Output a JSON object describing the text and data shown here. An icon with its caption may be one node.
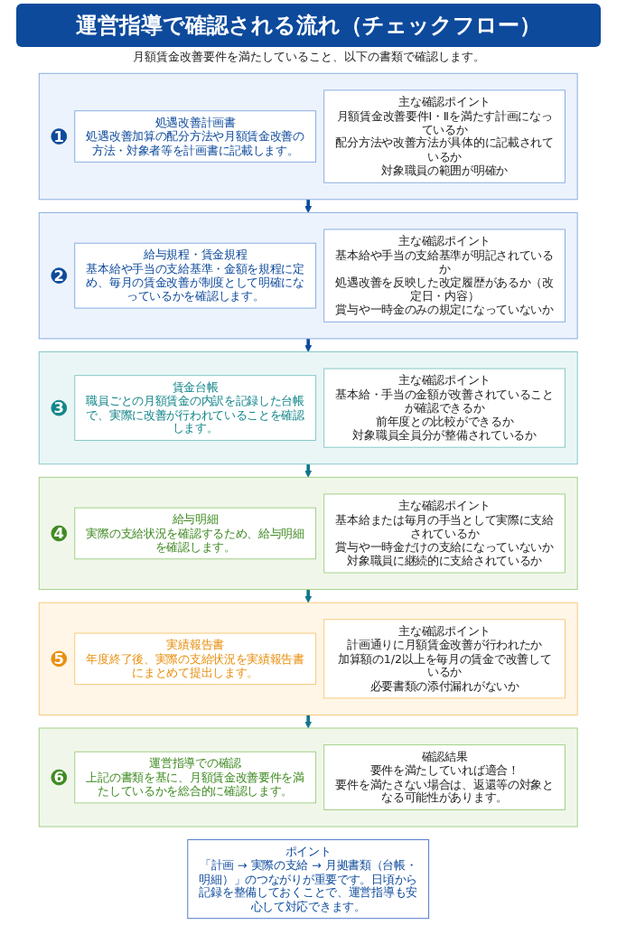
{
  "diagram": {
    "title": "運営指導で確認される流れ（チェックフロー）",
    "nodes": [
      {
        "text": [],
        "shape": "box"
      },
      {
        "text": [
          "1"
        ],
        "in": 0
      },
      {
        "text": [
          "処遇改善計画書",
          "処遇改善加算の配分方法や月額賃金改善の方法・対象者等を計画書に記載します。"
        ],
        "in": 0
      },
      {
        "text": [
          "主な確認ポイント",
          "月額賃金改善要件Ⅰ・Ⅱを満たす計画になっているか",
          "配分方法や改善方法が具体的に記載されているか",
          "対象職員の範囲が明確か"
        ],
        "in": 0
      },
      {
        "text": [],
        "shape": "box"
      },
      {
        "text": [
          "2"
        ],
        "in": 4
      },
      {
        "text": [
          "給与規程・賃金規程",
          "基本給や手当の支給基準・金額を規程に定め、毎月の賃金改善が制度として明確になっているかを確認します。"
        ],
        "in": 4
      },
      {
        "text": [
          "主な確認ポイント",
          "基本給や手当の支給基準が明記されているか",
          "処遇改善を反映した改定履歴があるか（改定日・内容）",
          "賞与や一時金のみの規定になっていないか"
        ],
        "in": 4
      },
      {
        "text": [],
        "shape": "box"
      },
      {
        "text": [
          "3"
        ],
        "in": 8
      },
      {
        "text": [
          "賃金台帳",
          "職員ごとの月額賃金の内訳を記録した台帳で、実際に改善が行われていることを確認します。"
        ],
        "in": 8
      },
      {
        "text": [
          "主な確認ポイント",
          "基本給・手当の金額が改善されていることが確認できるか",
          "前年度との比較ができるか",
          "対象職員全員分が整備されているか"
        ],
        "in": 8
      },
      {
        "text": [],
        "shape": "box"
      },
      {
        "text": [
          "4"
        ],
        "in": 12
      },
      {
        "text": [
          "給与明細",
          "実際の支給状況を確認するため、給与明細を確認します。"
        ],
        "in": 12
      },
      {
        "text": [
          "主な確認ポイント",
          "基本給または毎月の手当として実際に支給されているか",
          "賞与や一時金だけの支給になっていないか",
          "対象職員に継続的に支給されているか"
        ],
        "in": 12
      },
      {
        "text": [],
        "shape": "box"
      },
      {
        "text": [
          "5"
        ],
        "in": 16
      },
      {
        "text": [
          "実績報告書",
          "年度終了後、実際の支給状況を実績報告書にまとめて提出します。"
        ],
        "in": 16
      },
      {
        "text": [
          "主な確認ポイント",
          "計画通りに月額賃金改善が行われたか",
          "加算額の1/2以上を毎月の賃金で改善しているか",
          "必要書類の添付漏れがないか"
        ],
        "in": 16
      },
      {
        "text": [],
        "shape": "box"
      },
      {
        "text": [
          "6"
        ],
        "in": 20
      },
      {
        "text": [
          "運営指導での確認",
          "上記の書類を基に、月額賃金改善要件を満たしているかを総合的に確認します。"
        ],
        "in": 20
      },
      {
        "text": [
          "確認結果",
          "要件を満たしていれば適合！",
          "要件を満たさない場合は、返還等の対象となる可能性があります。"
        ],
        "in": 20
      },
      {
        "text": [
          "ポイント",
          "「計画 → 実際の支給 → 月拠書類（台帳・明細）」のつながりが重要です。日頃から記録を整備しておくことで、運営指導も安心して対応できます。"
        ]
      }
    ],
    "edges": [
      {
        "from": 0,
        "to": 4,
        "arrow": "to",
        "color": "#0d4a9c"
      },
      {
        "from": 4,
        "to": 8,
        "arrow": "to",
        "color": "#0d4a9c"
      },
      {
        "from": 8,
        "to": 12,
        "arrow": "to"
      },
      {
        "from": 12,
        "to": 16,
        "arrow": "to"
      },
      {
        "from": 16,
        "to": 20,
        "arrow": "to"
      }
    ],
    "labels": [
      "月額賃金改善要件を満たしていること、以下の書類で確認します。"
    ]
  }
}
